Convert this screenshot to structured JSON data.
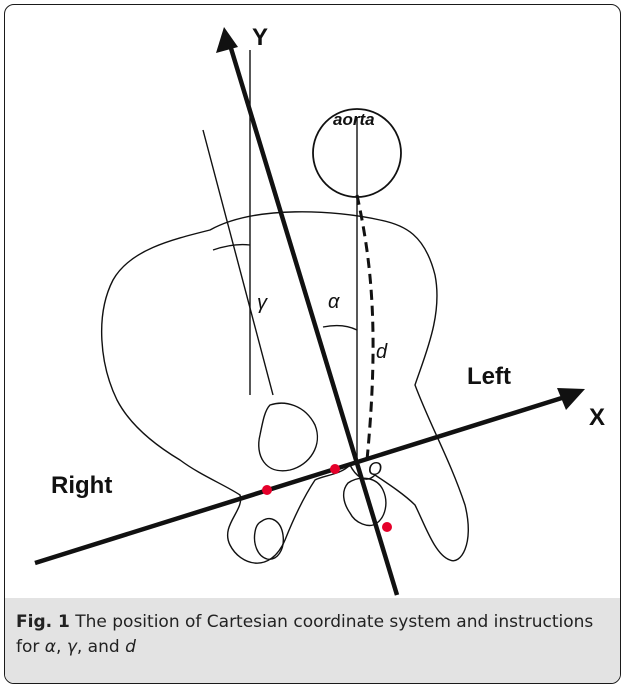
{
  "figure": {
    "axis_y_label": "Y",
    "axis_x_label": "X",
    "left_label": "Left",
    "right_label": "Right",
    "aorta_label": "aorta",
    "origin_label": "O",
    "alpha_label": "α",
    "gamma_label": "γ",
    "d_label": "d",
    "colors": {
      "lines": "#111111",
      "points": "#e5002a",
      "caption_bg": "#e3e3e3"
    }
  },
  "caption": {
    "fig_label": "Fig. 1",
    "text_main": " The position of Cartesian coordinate system and instructions for ",
    "sym_a": "α",
    "sep1": ", ",
    "sym_g": "γ",
    "sep2": ", and ",
    "sym_d": "d"
  }
}
